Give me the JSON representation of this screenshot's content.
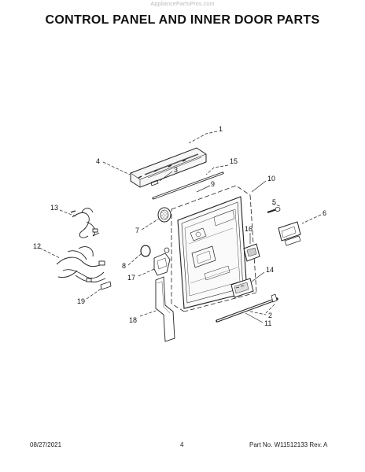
{
  "watermark": "AppliancePartsPros.com",
  "title": "CONTROL PANEL AND INNER DOOR PARTS",
  "callouts": [
    "1",
    "2",
    "3",
    "4",
    "5",
    "6",
    "7",
    "8",
    "9",
    "10",
    "11",
    "12",
    "13",
    "14",
    "15",
    "16",
    "17",
    "18",
    "19"
  ],
  "footer": {
    "date": "08/27/2021",
    "page": "4",
    "part_number": "Part No. W11512133  Rev. A"
  }
}
